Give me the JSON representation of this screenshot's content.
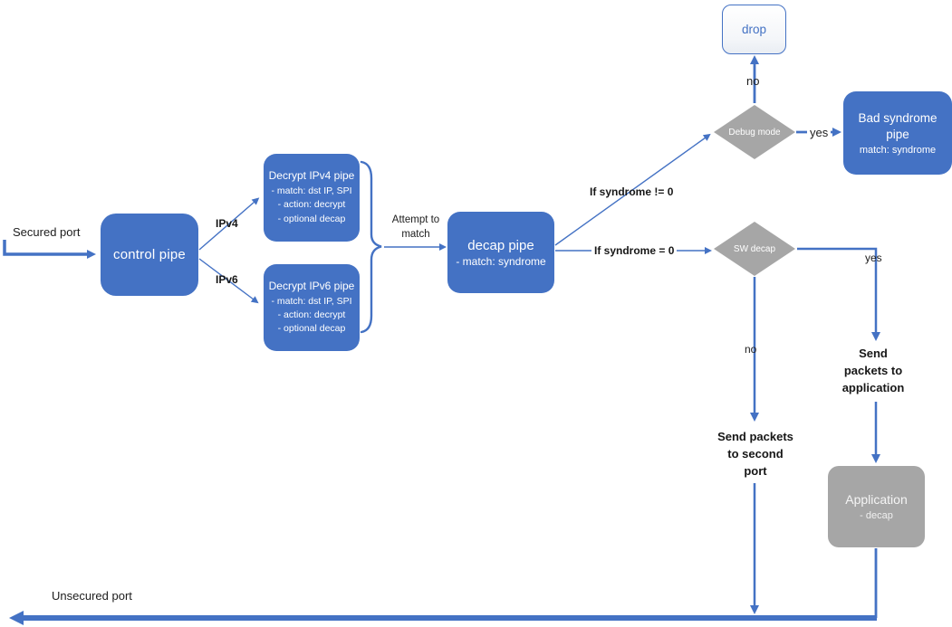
{
  "colors": {
    "accent_blue": "#4472C4",
    "node_gray": "#A6A6A6",
    "label_text": "#1c1c1c",
    "drop_text": "#4472C4"
  },
  "nodes": {
    "control_pipe": {
      "label": "control pipe"
    },
    "decrypt_ipv4": {
      "title": "Decrypt IPv4 pipe",
      "lines": [
        "- match: dst IP, SPI",
        "- action: decrypt",
        "- optional decap"
      ]
    },
    "decrypt_ipv6": {
      "title": "Decrypt IPv6 pipe",
      "lines": [
        "- match: dst IP, SPI",
        "- action: decrypt",
        "- optional decap"
      ]
    },
    "decap_pipe": {
      "title": "decap pipe",
      "subtitle": "- match: syndrome"
    },
    "debug_mode": {
      "label": "Debug mode"
    },
    "drop": {
      "label": "drop"
    },
    "bad_syndrome": {
      "title": "Bad syndrome pipe",
      "subtitle": "match: syndrome"
    },
    "sw_decap": {
      "label": "SW decap"
    },
    "application": {
      "title": "Application",
      "subtitle": "- decap"
    }
  },
  "labels": {
    "secured_port": "Secured port",
    "unsecured_port": "Unsecured port",
    "ipv4": "IPv4",
    "ipv6": "IPv6",
    "attempt_to_match": "Attempt to match",
    "if_syndrome_ne": "If syndrome != 0",
    "if_syndrome_eq": "If syndrome = 0",
    "no_debug": "no",
    "yes_debug": "yes",
    "yes_swdecap": "yes",
    "no_swdecap": "no",
    "send_packets_application": "Send packets to application",
    "send_packets_second_port": "Send packets to second port"
  }
}
